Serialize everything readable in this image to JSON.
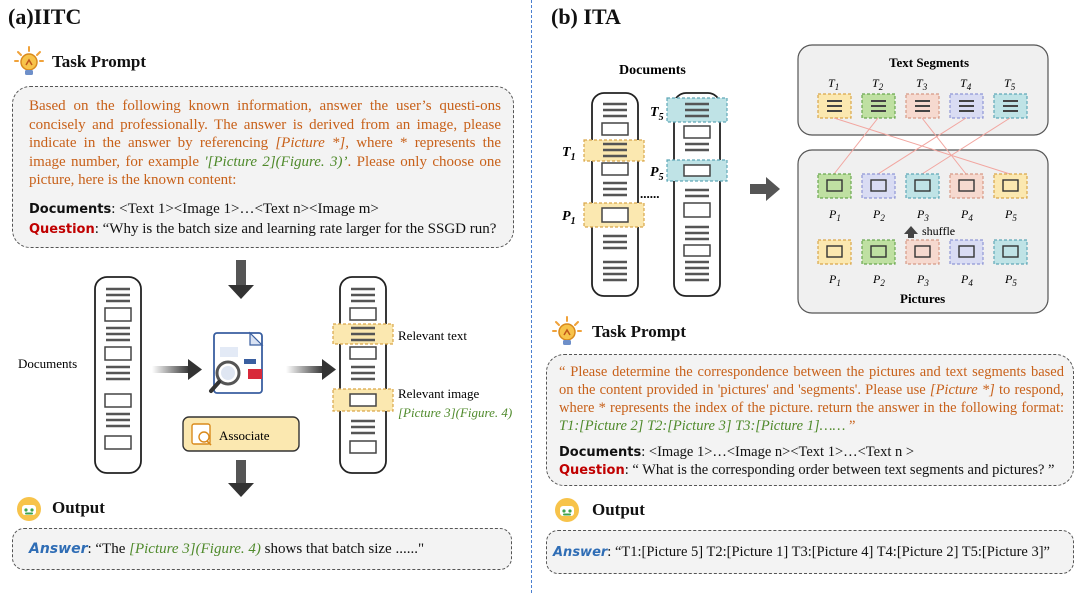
{
  "left": {
    "title": "(a)IITC",
    "task_prompt_heading": "Task Prompt",
    "prompt_text_orange_1": "Based on the  following known  information, answer  the user’s  questi-ons concisely and  professionally. The answer is derived from an image, please indicate  in  the answer by  referencing ",
    "prompt_picture_ref": "[Picture *]",
    "prompt_text_orange_2": ", where  * represents  the image number, for example ",
    "prompt_example": "'[Picture 2](Figure. 3)’",
    "prompt_text_orange_3": ".  Please  only  choose one picture, here is the known content:",
    "documents_label": "Documents",
    "documents_value": ": <Text 1><Image 1>…<Text n><Image m>",
    "question_label": "Question",
    "question_value": ": “Why is the batch size and learning rate larger for the SSGD run?",
    "diagram": {
      "documents_label": "Documents",
      "associate_label": "Associate",
      "relevant_text_label": "Relevant text",
      "relevant_image_label": "Relevant image",
      "relevant_image_ref": "[Picture 3](Figure. 4)"
    },
    "output_heading": "Output",
    "answer_label": "Answer",
    "answer_prefix": ": “The ",
    "answer_ref": "[Picture 3](Figure. 4)",
    "answer_suffix": " shows that batch size ......\""
  },
  "right": {
    "title": "(b) ITA",
    "documents_heading": "Documents",
    "doc_labels": [
      "T",
      "P",
      "T",
      "P"
    ],
    "doc_subs": [
      "1",
      "1",
      "5",
      "5"
    ],
    "ellipsis": "......",
    "text_segments_heading": "Text Segments",
    "segment_labels": [
      "T",
      "T",
      "T",
      "T",
      "T"
    ],
    "segment_subs": [
      "1",
      "2",
      "3",
      "4",
      "5"
    ],
    "shuffled_picture_labels": [
      "P",
      "P",
      "P",
      "P",
      "P"
    ],
    "shuffled_picture_subs": [
      "1",
      "2",
      "3",
      "4",
      "5"
    ],
    "shuffle_label": "shuffle",
    "picture_labels": [
      "P",
      "P",
      "P",
      "P",
      "P"
    ],
    "picture_subs": [
      "1",
      "2",
      "3",
      "4",
      "5"
    ],
    "pictures_heading": "Pictures",
    "task_prompt_heading": "Task Prompt",
    "prompt_text_orange_1": "“ Please  determine  the  correspondence between the pictures and text segments based on the content provided in 'pictures' and 'segments'. Please use ",
    "prompt_picture_ref": "[Picture *]",
    "prompt_text_orange_2": " to respond,  where * represents  the index of the picture. return the answer in the following format: ",
    "prompt_format": "T1:[Picture 2] T2:[Picture 3] T3:[Picture 1]……",
    "prompt_text_orange_3": " ”",
    "documents_label": "Documents",
    "documents_value": ": <Image 1>…<Image n><Text 1>…<Text n >",
    "question_label": "Question",
    "question_value": ": “ What is the corresponding order between text segments and pictures? ”",
    "output_heading": "Output",
    "answer_label": "Answer",
    "answer_value": ": “T1:[Picture 5]  T2:[Picture 1] T3:[Picture 4] T4:[Picture 2] T5:[Picture 3]”"
  },
  "colors": {
    "orange_text": "#c8611a",
    "green_text": "#4f8a2b",
    "question_red": "#c00000",
    "answer_blue": "#2f6db5",
    "yellow": "#fbe8b0",
    "green": "#bfe0a2",
    "pink": "#f6d9cf",
    "lavender": "#d9dcf3",
    "teal": "#bfe3e6",
    "divider_blue": "#4a7fd0"
  }
}
